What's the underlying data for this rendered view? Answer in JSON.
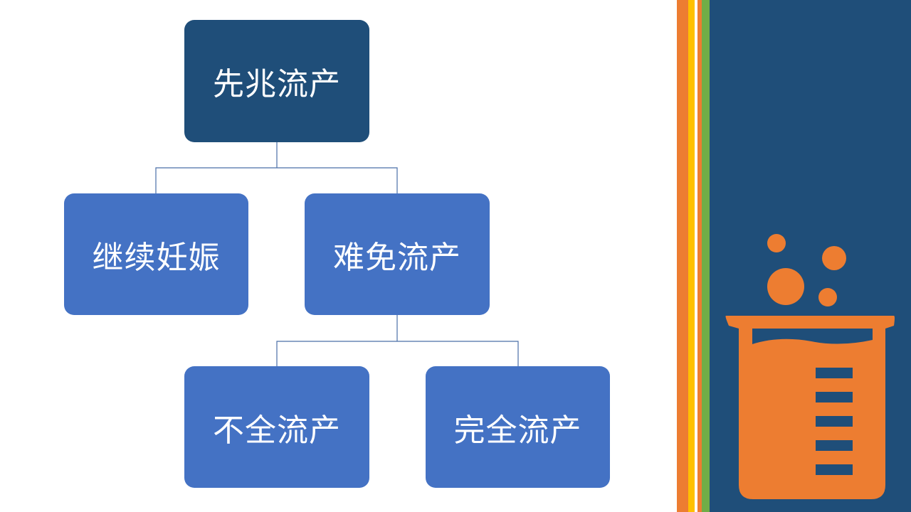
{
  "diagram": {
    "root": {
      "label": "先兆流产"
    },
    "level1": [
      {
        "label": "继续妊娠"
      },
      {
        "label": "难免流产"
      }
    ],
    "level2": [
      {
        "label": "不全流产"
      },
      {
        "label": "完全流产"
      }
    ]
  },
  "colors": {
    "root_fill": "#1f4e79",
    "child_fill": "#4472c4",
    "connector": "#4a6fa8",
    "side_panel": "#1f4e79",
    "stripe_orange": "#ed7d31",
    "stripe_yellow": "#ffc000",
    "stripe_green": "#70ad47",
    "beaker": "#ed7d31"
  },
  "decoration": {
    "beaker_icon": "beaker-icon"
  }
}
